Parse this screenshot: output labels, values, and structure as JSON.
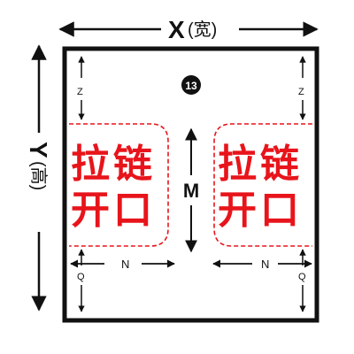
{
  "dimensions": {
    "width_letter": "X",
    "width_note": "(宽)",
    "height_letter": "Y",
    "height_note": "(高)"
  },
  "badge": "13",
  "panels": {
    "left": {
      "line1": "拉链",
      "line2": "开口"
    },
    "right": {
      "line1": "拉链",
      "line2": "开口"
    }
  },
  "labels": {
    "z_left": "Z",
    "z_right": "Z",
    "m": "M",
    "n_left": "N",
    "n_right": "N",
    "q_left": "Q",
    "q_right": "Q"
  },
  "colors": {
    "frame": "#111111",
    "accent_red": "#e8141b",
    "badge_bg": "#111111",
    "badge_text": "#ffffff"
  }
}
